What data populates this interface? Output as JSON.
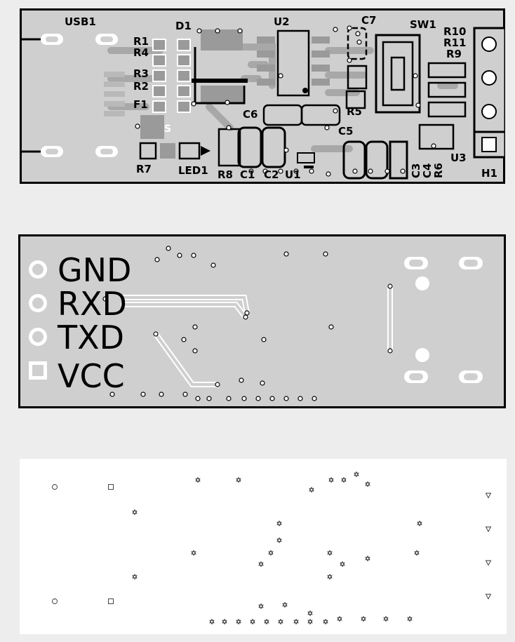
{
  "colors": {
    "background": "#ededed",
    "board": "#cfcfcf",
    "outline": "#000000",
    "copper_dark": "#7a7a7a",
    "copper_mid": "#9a9a9a",
    "silk": "#ffffff",
    "text": "#000000",
    "drill_mark": "#333333"
  },
  "top_layer": {
    "designators": {
      "usb1": "USB1",
      "d1": "D1",
      "u2": "U2",
      "c7": "C7",
      "sw1": "SW1",
      "r10": "R10",
      "r11": "R11",
      "r9": "R9",
      "r1": "R1",
      "r4": "R4",
      "r3": "R3",
      "r2": "R2",
      "f1": "F1",
      "c6": "C6",
      "r5": "R5",
      "c5": "C5",
      "r7": "R7",
      "led1": "LED1",
      "r8": "R8",
      "c1": "C1",
      "c2": "C2",
      "u1": "U1",
      "c3": "C3",
      "c4": "C4",
      "r6": "R6",
      "u3": "U3",
      "h1": "H1",
      "s_mark": "S"
    }
  },
  "bottom_layer": {
    "pin_labels": [
      "GND",
      "RXD",
      "TXD",
      "VCC"
    ]
  },
  "drill_layer": {
    "legend_symbols": [
      "circle",
      "square",
      "star",
      "triangle"
    ]
  }
}
